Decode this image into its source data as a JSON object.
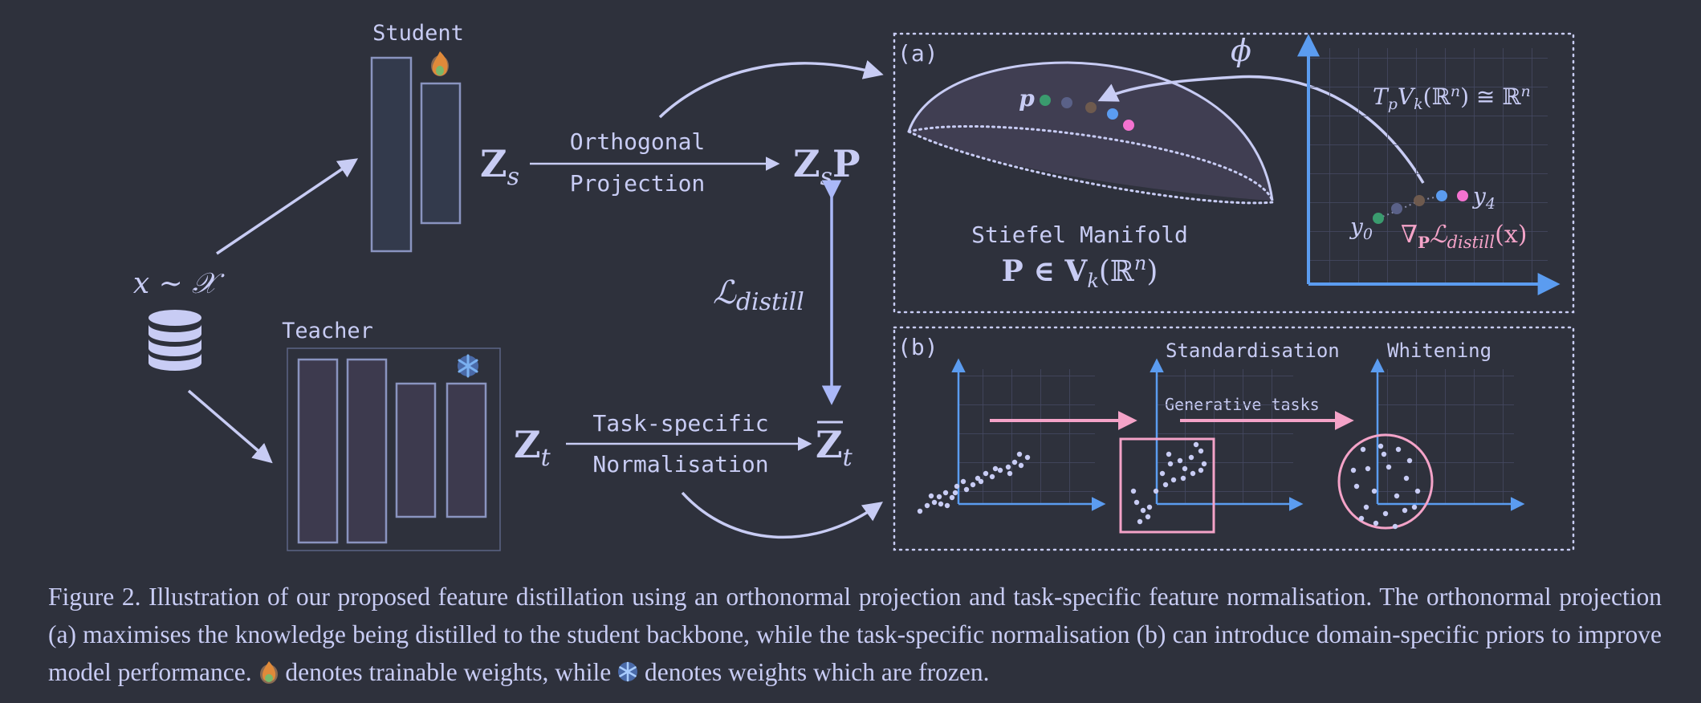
{
  "labels": {
    "student": "Student",
    "teacher": "Teacher",
    "input_var": "x ∼ 𝒳",
    "zs": "Z",
    "zs_sub": "s",
    "zt": "Z",
    "zt_sub": "t",
    "zsp": "Z",
    "zsp_sub": "s",
    "zsp_p": "P",
    "zt_bar": "Z",
    "zt_bar_sub": "t",
    "orth_line1": "Orthogonal",
    "orth_line2": "Projection",
    "task_line1": "Task-specific",
    "task_line2": "Normalisation",
    "loss_main": "ℒ",
    "loss_sub": "distill"
  },
  "panel_a": {
    "tag": "(a)",
    "manifold_title": "Stiefel Manifold",
    "manifold_formula": "P ∈ V",
    "manifold_formula_k": "k",
    "manifold_formula_rest": "(ℝ",
    "manifold_formula_n": "n",
    "manifold_formula_end": ")",
    "point_p": "p",
    "phi": "ϕ",
    "tangent_space": "T",
    "tangent_p": "p",
    "tangent_rest": "V",
    "tangent_k": "k",
    "tangent_mid": "(ℝ",
    "tangent_n": "n",
    "tangent_end": ") ≅ ℝ",
    "tangent_n2": "n",
    "y0": "y",
    "y0_sub": "0",
    "y4": "y",
    "y4_sub": "4",
    "gradient": "∇",
    "gradient_P": "P",
    "gradient_L": "ℒ",
    "gradient_sub": "distill",
    "gradient_arg": "(x)"
  },
  "panel_b": {
    "tag": "(b)",
    "standardisation": "Standardisation",
    "whitening": "Whitening",
    "generative_tasks": "Generative tasks"
  },
  "colors": {
    "background": "#2e313c",
    "text": "#c8ccf4",
    "axis_blue": "#5b9cf0",
    "pink": "#f4a3c8",
    "box_stroke": "#8a94c0",
    "box_fill": "#333a4c",
    "manifold_fill": "#403e52",
    "point_green": "#3a9b6e",
    "point_slate": "#5a6188",
    "point_brown": "#6e5a4e",
    "point_blue": "#5b9cf0",
    "point_pink": "#f472d0"
  },
  "caption": {
    "text1": "Figure 2.  Illustration of our proposed feature distillation using an orthonormal projection and task-specific feature normalisation.  The orthonormal projection (a) maximises the knowledge being distilled to the student backbone, while the task-specific normalisation (b) can introduce domain-specific priors to improve model performance.",
    "text2": "denotes trainable weights, while",
    "text3": "denotes weights which are frozen."
  }
}
